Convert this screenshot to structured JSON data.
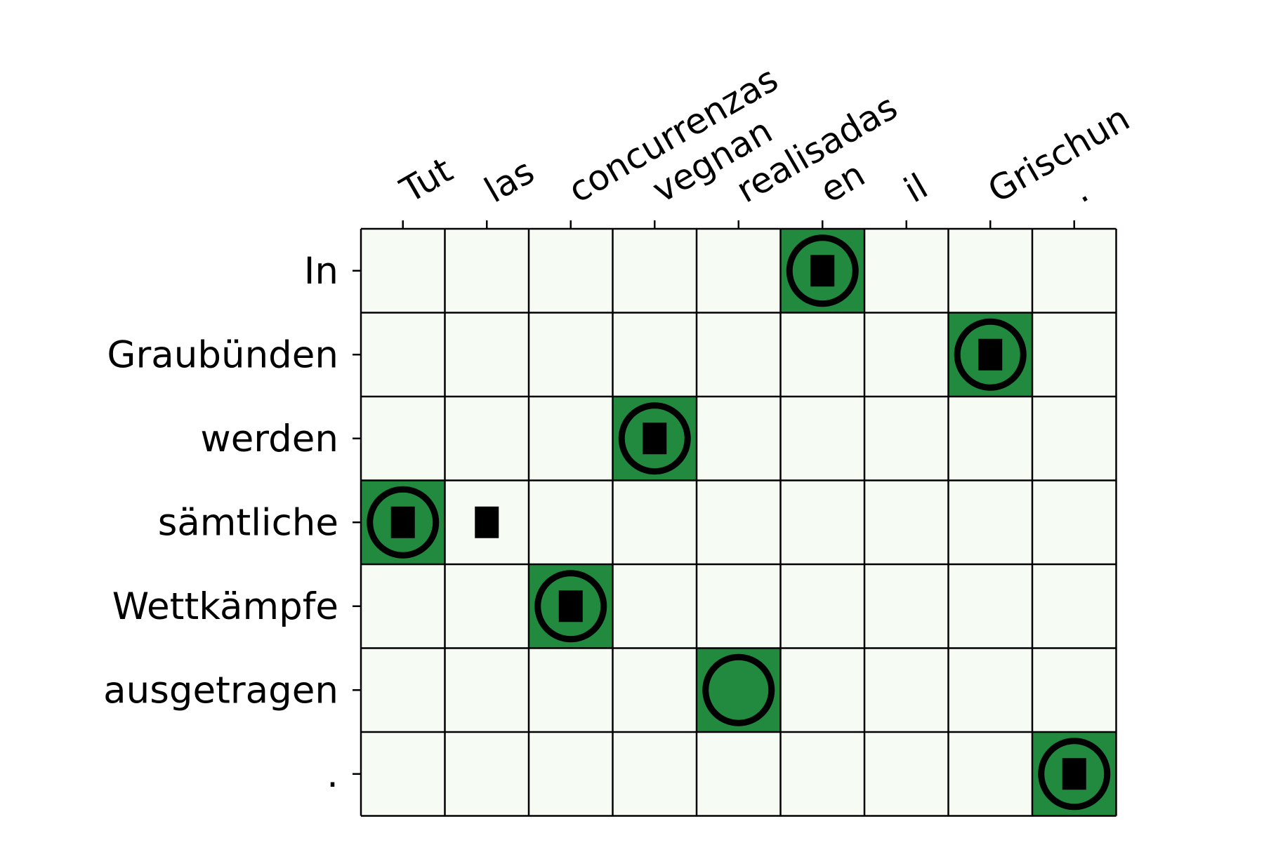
{
  "chart_data": {
    "type": "heatmap",
    "title": "",
    "xlabel": "",
    "ylabel": "",
    "x_categories": [
      "Tut",
      "las",
      "concurrenzas",
      "vegnan",
      "realisadas",
      "en",
      "il",
      "Grischun",
      "."
    ],
    "y_categories": [
      "In",
      "Graubünden",
      "werden",
      "sämtliche",
      "Wettkämpfe",
      "ausgetragen",
      "."
    ],
    "x_tick_position": "top",
    "grid": true,
    "legend": "none",
    "colors": {
      "highlight": "#228a3f",
      "background": "#f6fbf3",
      "grid": "#000000",
      "marker": "#000000"
    },
    "highlighted_cells": [
      {
        "row": 0,
        "col": 5
      },
      {
        "row": 1,
        "col": 7
      },
      {
        "row": 2,
        "col": 3
      },
      {
        "row": 3,
        "col": 0
      },
      {
        "row": 4,
        "col": 2
      },
      {
        "row": 5,
        "col": 4
      },
      {
        "row": 6,
        "col": 8
      }
    ],
    "circle_markers": [
      {
        "row": 0,
        "col": 5
      },
      {
        "row": 1,
        "col": 7
      },
      {
        "row": 2,
        "col": 3
      },
      {
        "row": 3,
        "col": 0
      },
      {
        "row": 4,
        "col": 2
      },
      {
        "row": 5,
        "col": 4
      },
      {
        "row": 6,
        "col": 8
      }
    ],
    "square_markers": [
      {
        "row": 0,
        "col": 5
      },
      {
        "row": 1,
        "col": 7
      },
      {
        "row": 2,
        "col": 3
      },
      {
        "row": 3,
        "col": 0
      },
      {
        "row": 3,
        "col": 1
      },
      {
        "row": 4,
        "col": 2
      },
      {
        "row": 6,
        "col": 8
      }
    ]
  }
}
